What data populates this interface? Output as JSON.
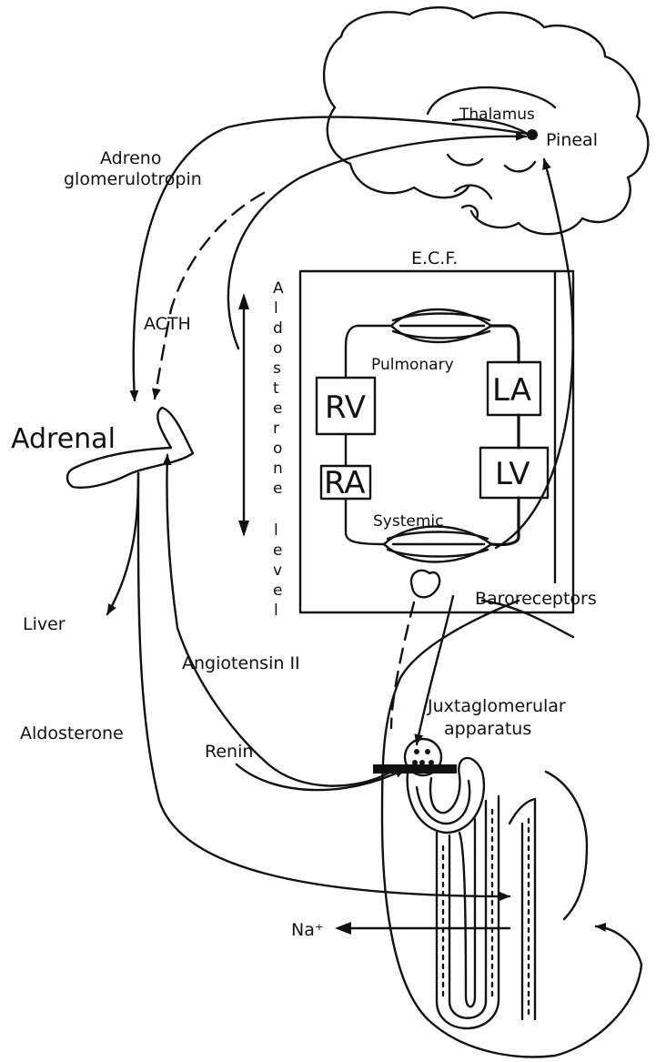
{
  "labels": {
    "thalamus": "Thalamus",
    "pineal": "Pineal",
    "adreno_glomerulotropin_line1": "Adreno",
    "adreno_glomerulotropin_line2": "glomerulotropin",
    "ecf": "E.C.F.",
    "acth": "ACTH",
    "aldosterone_level_letters": [
      "A",
      "l",
      "d",
      "o",
      "s",
      "t",
      "e",
      "r",
      "o",
      "n",
      "e",
      "",
      "l",
      "e",
      "v",
      "e",
      "l"
    ],
    "pulmonary": "Pulmonary",
    "systemic": "Systemic",
    "rv": "RV",
    "ra": "RA",
    "la": "LA",
    "lv": "LV",
    "adrenal": "Adrenal",
    "baroreceptors": "Baroreceptors",
    "liver": "Liver",
    "angiotensin_ii": "Angiotensin II",
    "juxtaglomerular_line1": "Juxtaglomerular",
    "juxtaglomerular_line2": "apparatus",
    "aldosterone": "Aldosterone",
    "renin": "Renin",
    "sodium": "Na⁺"
  }
}
